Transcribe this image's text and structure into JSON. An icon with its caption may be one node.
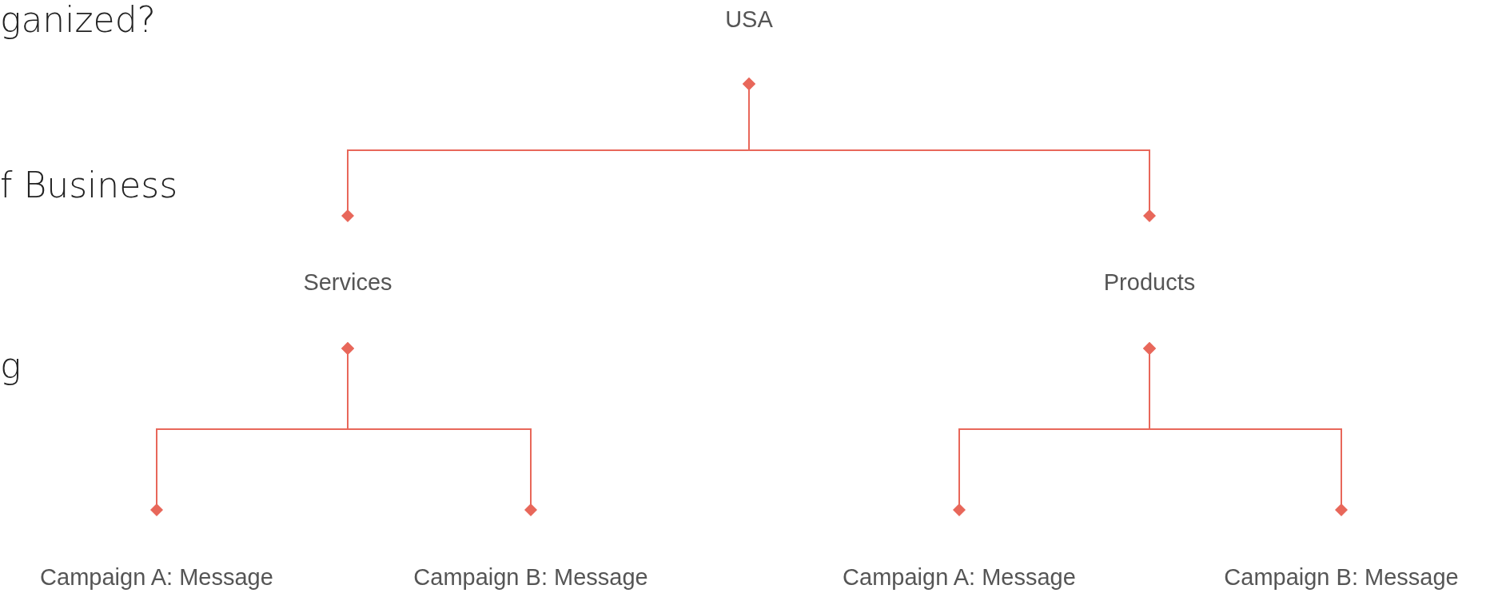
{
  "diagram": {
    "nodes": [
      {
        "text": [
          "USA"
        ]
      },
      {
        "text": [
          "Services"
        ]
      },
      {
        "text": [
          "Products"
        ]
      },
      {
        "text": [
          "Campaign A: Message"
        ]
      },
      {
        "text": [
          "Campaign B: Message"
        ]
      },
      {
        "text": [
          "Campaign A: Message"
        ]
      },
      {
        "text": [
          "Campaign B: Message"
        ]
      }
    ],
    "edges": [
      {
        "from": 0,
        "to": 1,
        "arrow": "other"
      },
      {
        "from": 0,
        "to": 2,
        "arrow": "other"
      },
      {
        "from": 1,
        "to": 3,
        "arrow": "other"
      },
      {
        "from": 1,
        "to": 4,
        "arrow": "other"
      },
      {
        "from": 2,
        "to": 5,
        "arrow": "other"
      },
      {
        "from": 2,
        "to": 6,
        "arrow": "other"
      }
    ],
    "labels": [
      "ganized?",
      "f Business",
      "g"
    ]
  }
}
